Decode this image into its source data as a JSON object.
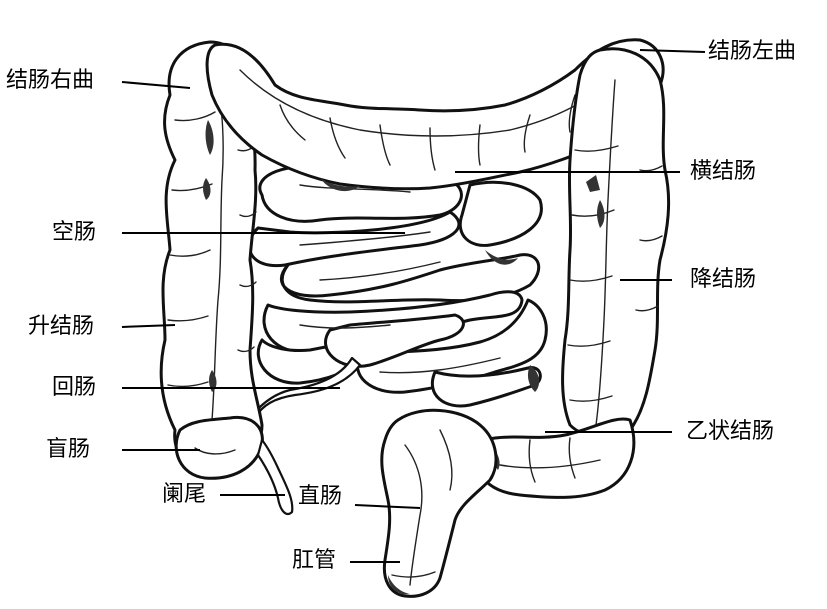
{
  "labels": {
    "hepatic_flexure": "结肠右曲",
    "splenic_flexure": "结肠左曲",
    "transverse_colon": "横结肠",
    "jejunum": "空肠",
    "descending_colon": "降结肠",
    "ascending_colon": "升结肠",
    "ileum": "回肠",
    "cecum": "盲肠",
    "sigmoid_colon": "乙状结肠",
    "appendix": "阑尾",
    "rectum": "直肠",
    "anal_canal": "肛管"
  }
}
